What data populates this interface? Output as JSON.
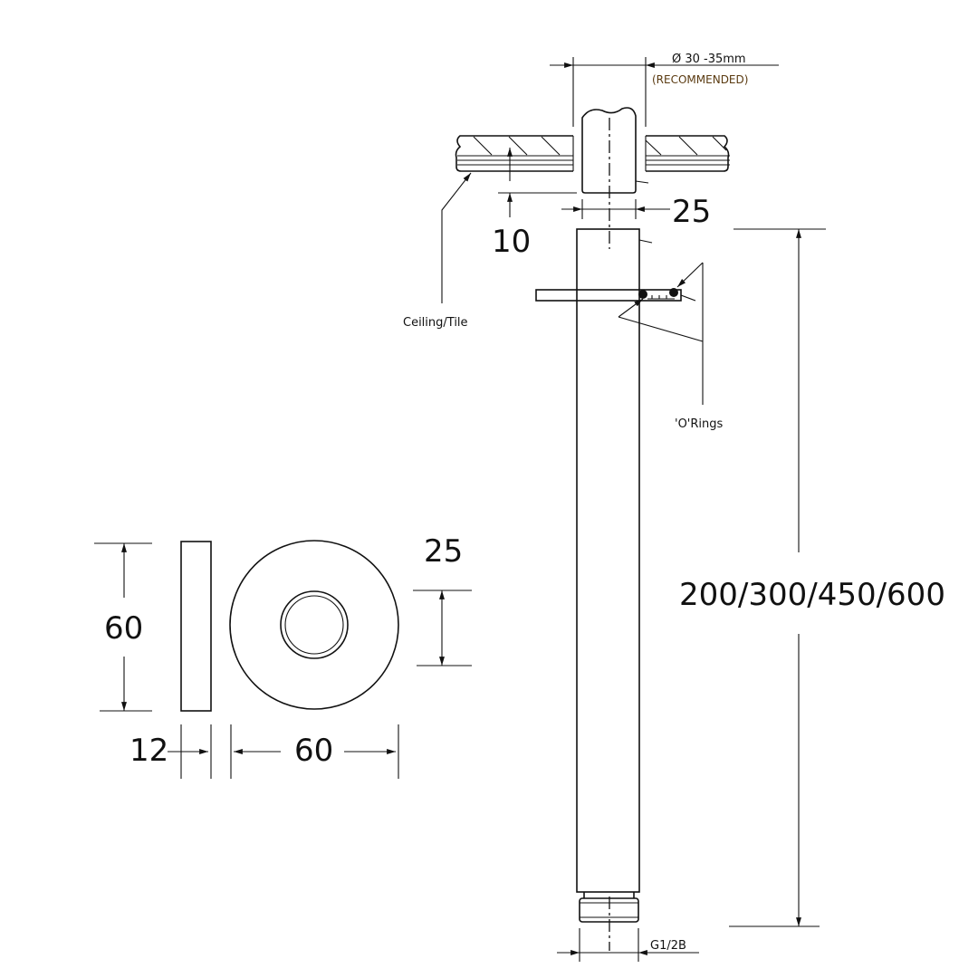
{
  "drawing": {
    "hole_diameter": "Ø 30 -35mm",
    "hole_note": "(RECOMMENDED)",
    "ceiling_depth": "10",
    "pipe_diameter": "25",
    "ceiling_label": "Ceiling/Tile",
    "oring_label": "'O'Rings",
    "lengths": "200/300/450/600",
    "thread": "G1/2B",
    "flange_height": "60",
    "flange_depth": "12",
    "flange_width": "60",
    "flange_hole": "25"
  }
}
